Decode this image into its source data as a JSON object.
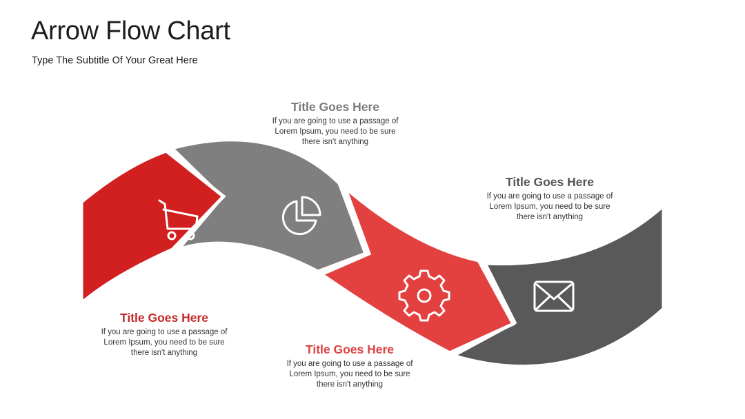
{
  "header": {
    "title": "Arrow Flow Chart",
    "subtitle": "Type The Subtitle Of Your Great Here"
  },
  "colors": {
    "red_dark": "#d21f1f",
    "gray_mid": "#7f7f7f",
    "red_light": "#e34040",
    "gray_dark": "#595959",
    "icon_stroke": "#ffffff",
    "caption_red_dark": "#c62828",
    "caption_gray": "#7a7a7a",
    "caption_red_light": "#e04040",
    "caption_gray_dark": "#555555"
  },
  "steps": [
    {
      "icon": "shopping-cart-icon",
      "title": "Title Goes Here",
      "body_lines": [
        "If you are going to use a passage of",
        "Lorem Ipsum, you need to be sure",
        "there isn't anything"
      ]
    },
    {
      "icon": "pie-chart-icon",
      "title": "Title Goes Here",
      "body_lines": [
        "If you are going to use a passage of",
        "Lorem Ipsum, you need to be sure",
        "there isn't anything"
      ]
    },
    {
      "icon": "gear-icon",
      "title": "Title Goes Here",
      "body_lines": [
        "If you are going to use a passage of",
        "Lorem Ipsum, you need to be sure",
        "there isn't anything"
      ]
    },
    {
      "icon": "envelope-icon",
      "title": "Title Goes Here",
      "body_lines": [
        "If you are going to use a passage of",
        "Lorem Ipsum, you need to be sure",
        "there isn't anything"
      ]
    }
  ]
}
